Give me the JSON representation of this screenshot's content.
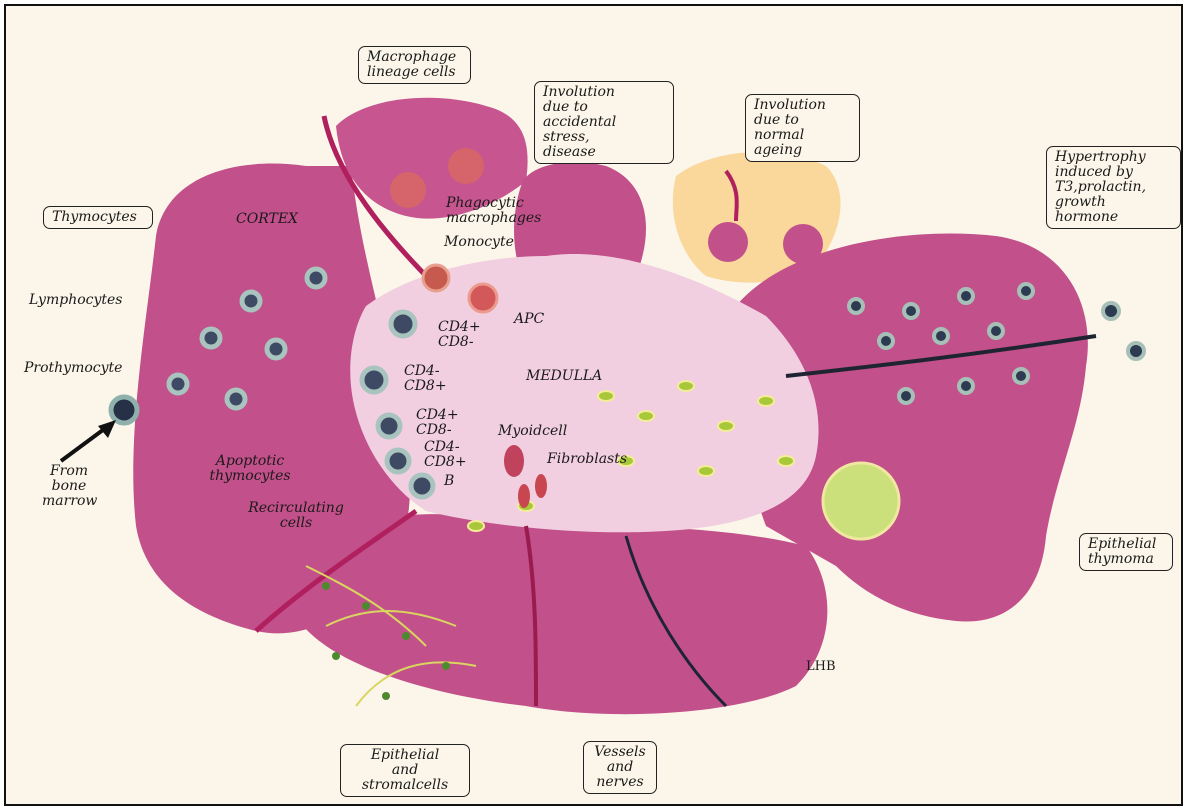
{
  "diagram": {
    "region_labels": {
      "cortex": "CORTEX",
      "medulla": "MEDULLA"
    },
    "boxed_labels": {
      "macrophage_lineage": "Macrophage\nlineage cells",
      "involution_stress": "Involution\ndue to\naccidental stress,\ndisease",
      "involution_ageing": "Involution\ndue to normal\nageing",
      "hypertrophy": "Hypertrophy\ninduced by\nT3,prolactin,\ngrowth hormone",
      "thymocytes": "Thymocytes",
      "epithelial_thymoma": "Epithelial\nthymoma",
      "epithelial_stromal": "Epithelial\nand\nstromalcells",
      "vessels_nerves": "Vessels\nand\nnerves"
    },
    "cell_labels": {
      "lymphocytes": "Lymphocytes",
      "prothymocyte": "Prothymocyte",
      "from_bone_marrow": "From\nbone\nmarrow",
      "apoptotic": "Apoptotic\nthymocytes",
      "recirculating": "Recirculating\ncells",
      "phagocytic": "Phagocytic\nmacrophages",
      "monocyte": "Monocyte",
      "apc": "APC",
      "cd4_cd8_neg": "CD4+\nCD8-",
      "cd4neg_cd8": "CD4-\nCD8+",
      "cd4_cd8_neg_2": "CD4+\nCD8-",
      "cd4neg_cd8_2": "CD4-\nCD8+",
      "b_cell": "B",
      "myoidcell": "Myoidcell",
      "fibroblasts": "Fibroblasts",
      "signature": "LHB"
    },
    "colors": {
      "lobe": "#c2508a",
      "medulla": "#f1cfe0",
      "ageing_fat": "#fad79a",
      "vessel": "#b0205e",
      "epithelial": "#a8c83a",
      "background": "#fbf6e9"
    }
  }
}
